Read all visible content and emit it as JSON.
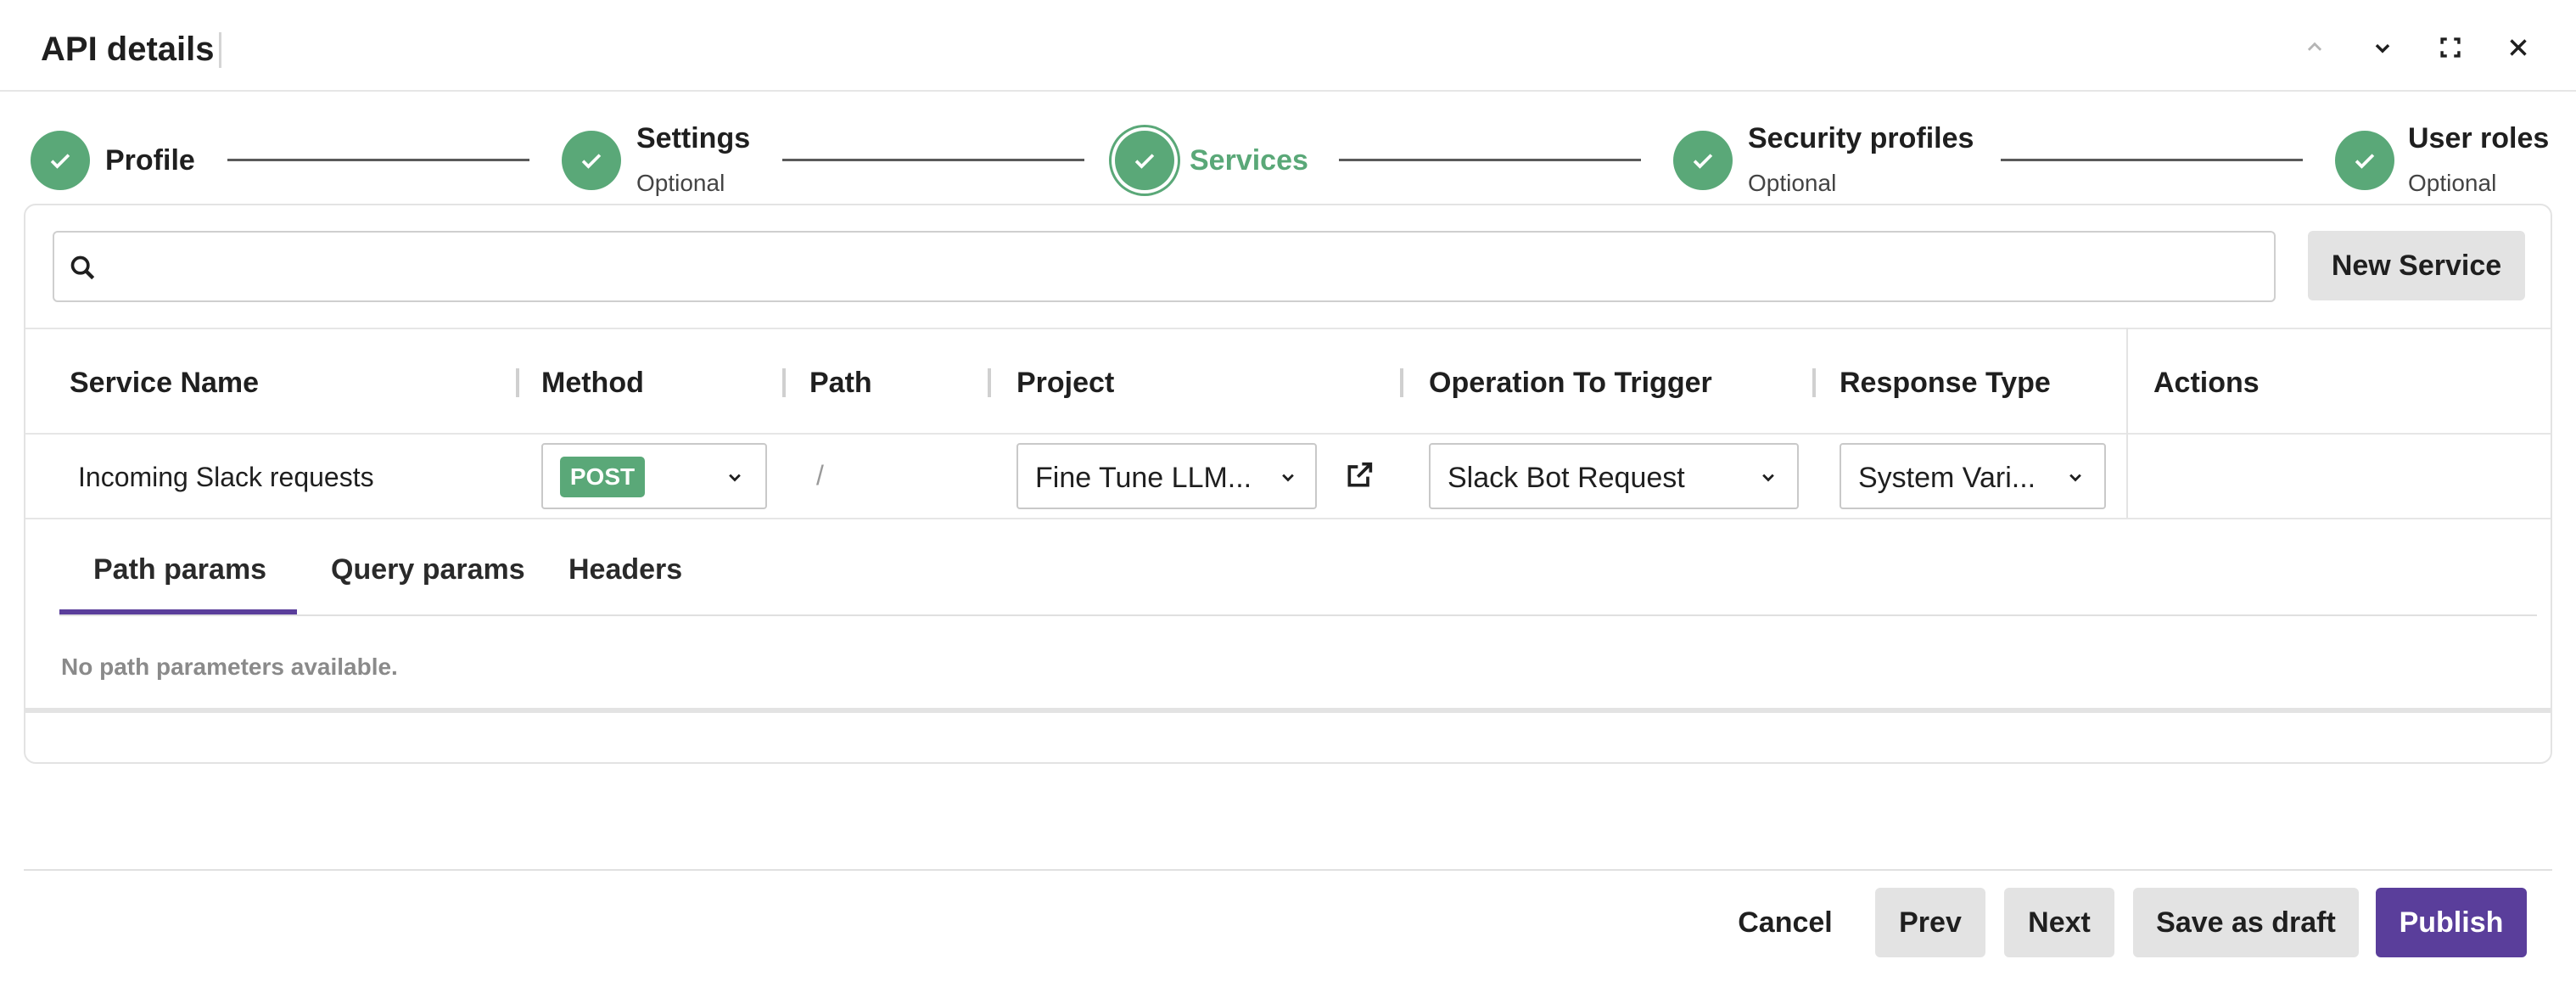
{
  "window": {
    "title": "API details"
  },
  "stepper": {
    "steps": [
      {
        "label": "Profile",
        "sub": "",
        "state": "completed"
      },
      {
        "label": "Settings",
        "sub": "Optional",
        "state": "completed"
      },
      {
        "label": "Services",
        "sub": "",
        "state": "active"
      },
      {
        "label": "Security profiles",
        "sub": "Optional",
        "state": "completed"
      },
      {
        "label": "User roles",
        "sub": "Optional",
        "state": "completed"
      }
    ]
  },
  "search": {
    "value": "",
    "placeholder": ""
  },
  "actions": {
    "new_service": "New Service"
  },
  "table": {
    "columns": [
      "Service Name",
      "Method",
      "Path",
      "Project",
      "Operation To Trigger",
      "Response Type",
      "Actions"
    ],
    "rows": [
      {
        "service_name": "Incoming Slack requests",
        "method": "POST",
        "path": "/",
        "project": "Fine Tune LLM...",
        "operation": "Slack Bot Request",
        "response_type": "System Vari..."
      }
    ]
  },
  "tabs": {
    "items": [
      "Path params",
      "Query params",
      "Headers"
    ],
    "selected": "Path params",
    "empty_message": "No path parameters available."
  },
  "footer": {
    "cancel": "Cancel",
    "prev": "Prev",
    "next": "Next",
    "save_draft": "Save as draft",
    "publish": "Publish"
  },
  "colors": {
    "accent_green": "#5aa878",
    "primary_purple": "#5a3e9b",
    "button_grey": "#e3e3e3"
  }
}
